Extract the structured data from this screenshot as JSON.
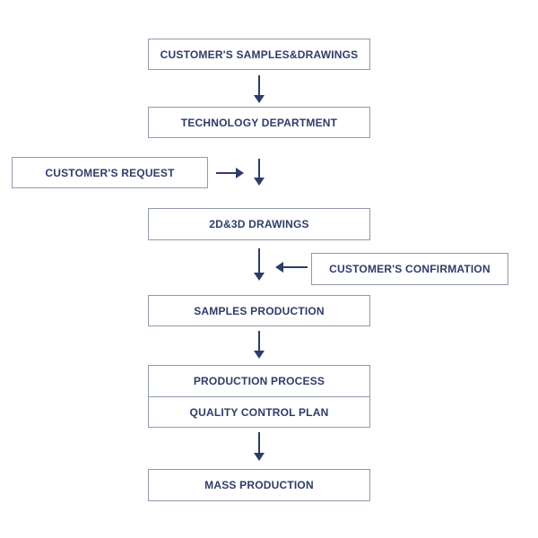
{
  "colors": {
    "text": "#2e3c69",
    "arrow": "#2e3c69",
    "box_border": "#9099ad",
    "background": "#ffffff"
  },
  "flowchart": {
    "nodes": {
      "samples_drawings": "CUSTOMER'S SAMPLES&DRAWINGS",
      "technology_department": "TECHNOLOGY DEPARTMENT",
      "customers_request": "CUSTOMER'S REQUEST",
      "drawings_2d3d": "2D&3D DRAWINGS",
      "customers_confirmation": "CUSTOMER'S CONFIRMATION",
      "samples_production": "SAMPLES PRODUCTION",
      "production_process": "PRODUCTION PROCESS",
      "quality_control_plan": "QUALITY CONTROL PLAN",
      "mass_production": "MASS PRODUCTION"
    },
    "edges": [
      "samples_drawings -> technology_department",
      "customers_request -> (technology_department -> drawings_2d3d)",
      "technology_department -> drawings_2d3d",
      "customers_confirmation -> (drawings_2d3d -> samples_production)",
      "drawings_2d3d -> samples_production",
      "samples_production -> production_process/quality_control_plan",
      "production_process/quality_control_plan -> mass_production"
    ]
  }
}
